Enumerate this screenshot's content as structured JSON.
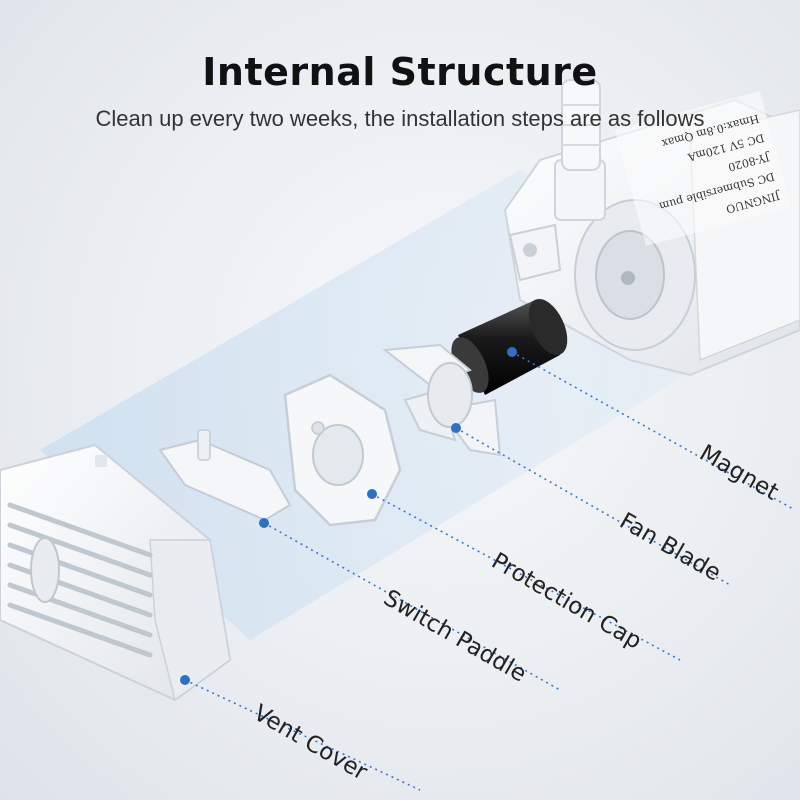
{
  "title": "Internal Structure",
  "subtitle": "Clean up every two weeks, the installation steps are as follows",
  "pump_label_lines": [
    "JINGNUO",
    "DC Submersible pum",
    "JY-8020",
    "DC   5V   120mA",
    "Hmax:0.8m  Qmax"
  ],
  "parts": [
    {
      "key": "magnet",
      "label": "Magnet"
    },
    {
      "key": "fan-blade",
      "label": "Fan Blade"
    },
    {
      "key": "protection-cap",
      "label": "Protection Cap"
    },
    {
      "key": "switch-paddle",
      "label": "Switch Paddle"
    },
    {
      "key": "vent-cover",
      "label": "Vent Cover"
    }
  ],
  "colors": {
    "leader": "#3a78c8",
    "dot": "#2f6fc4",
    "beam": "#bcd6ee",
    "label": "#222222"
  }
}
